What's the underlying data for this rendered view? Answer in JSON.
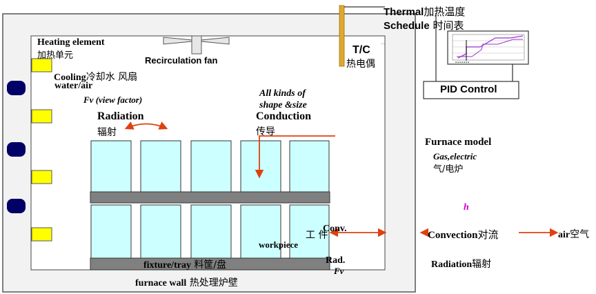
{
  "labels": {
    "heating_element_en": "Heating element",
    "heating_element_cn": "加热单元",
    "recirc_fan": "Recirculation fan",
    "cooling_en1": "Cooling",
    "cooling_cn": "冷却水 风扇",
    "cooling_en2": "water/air",
    "view_factor": "Fv (view factor)",
    "radiation_en": "Radiation",
    "radiation_cn": "辐射",
    "all_kinds_1": "All kinds of",
    "all_kinds_2": "shape &size",
    "conduction_en": "Conduction",
    "conduction_cn": "传导",
    "tc_en": "T/C",
    "tc_cn": "热电偶",
    "thermal_en": "Thermal",
    "thermal_cn": "加热温度",
    "schedule_en": "Schedule",
    "schedule_cn": "时间表",
    "pid_control": "PID Control",
    "furnace_model": "Furnace model",
    "gas_electric": "Gas,electric",
    "gas_electric_cn": "气/电炉",
    "h": "h",
    "workpiece_cn": "工 件",
    "conv": "Conv.",
    "workpiece": "workpiece",
    "rad": "Rad.",
    "fv": "Fv",
    "fixture_en": "fixture/tray",
    "fixture_cn": "料筐/盘",
    "furnace_wall_en": "furnace wall",
    "furnace_wall_cn": "热处理炉壁",
    "convection_en": "Convection",
    "convection_cn": "对流",
    "air_en": "air",
    "air_cn": "空气",
    "radiation2_en": "Radiation",
    "radiation2_cn": "辐射"
  },
  "colors": {
    "workpiece_fill": "#ccffff",
    "heater_fill": "#ffff00",
    "cooler_fill": "#000066",
    "tray_fill": "#808080",
    "arrow": "#e0400f",
    "thermocouple": "#e0a830",
    "wall_fill": "#f2f2f2",
    "h_color": "#cc00cc",
    "chart_line": "#9933cc"
  },
  "icons": {
    "fan": "fan-icon",
    "controller_chart": "temperature-schedule-chart-icon"
  }
}
